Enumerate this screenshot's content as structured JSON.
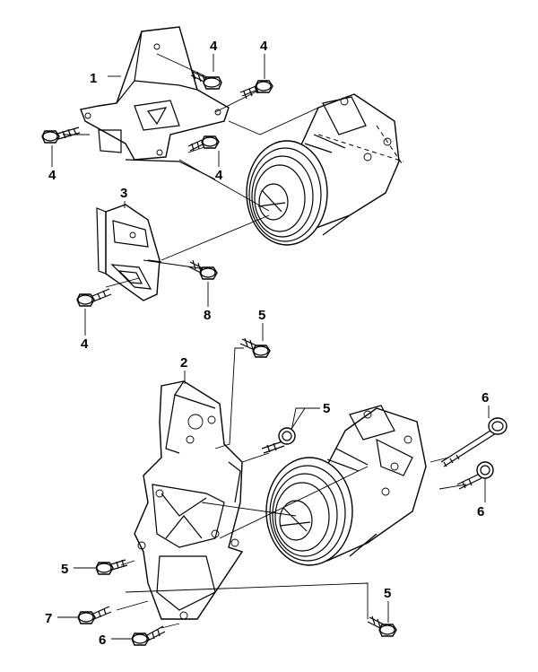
{
  "callouts": {
    "c1": "1",
    "c2": "2",
    "c3": "3",
    "c4a": "4",
    "c4b": "4",
    "c4c": "4",
    "c4d": "4",
    "c4e": "4",
    "c5a": "5",
    "c5b": "5",
    "c5c": "5",
    "c5d": "5",
    "c6a": "6",
    "c6b": "6",
    "c6c": "6",
    "c7": "7",
    "c8": "8"
  }
}
